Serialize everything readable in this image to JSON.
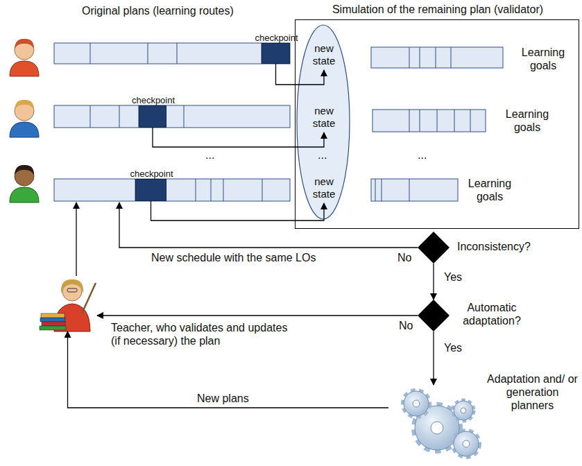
{
  "diagram": {
    "nodes": [
      {
        "text": [
          "Simulation of the remaining plan (validator)"
        ]
      },
      {
        "text": [
          "checkpoint"
        ]
      },
      {
        "text": [
          "checkpoint"
        ]
      },
      {
        "text": [
          "checkpoint"
        ]
      },
      {
        "text": [
          "new state"
        ],
        "in": 0
      },
      {
        "text": [
          "new state"
        ],
        "in": 0
      },
      {
        "text": [
          "new state"
        ],
        "in": 0
      },
      {
        "text": [
          "Inconsistency?"
        ]
      },
      {
        "text": [
          "Automatic adaptation?"
        ]
      },
      {
        "text": [
          "Teacher, who validates and updates (if necessary) the plan"
        ]
      },
      {
        "text": [
          "Adaptation and/ or generation planners"
        ]
      }
    ],
    "edges": [
      {
        "from": 1,
        "to": 4,
        "arrow": "to"
      },
      {
        "from": 2,
        "to": 5,
        "arrow": "to"
      },
      {
        "from": 3,
        "to": 6,
        "arrow": "to"
      },
      {
        "from": 7,
        "to": 8,
        "label": "Yes",
        "arrow": "to"
      },
      {
        "from": 8,
        "to": 10,
        "label": "Yes",
        "arrow": "to"
      },
      {
        "from": 8,
        "to": 9,
        "label": "No",
        "arrow": "to"
      },
      {
        "from": 10,
        "to": 9,
        "label": "New plans",
        "arrow": "to"
      }
    ],
    "labels": [
      "Original plans (learning routes)",
      "Learning goals",
      "Learning goals",
      "Learning goals",
      "...",
      "...",
      "...",
      "No",
      "New schedule with the same LOs"
    ]
  }
}
